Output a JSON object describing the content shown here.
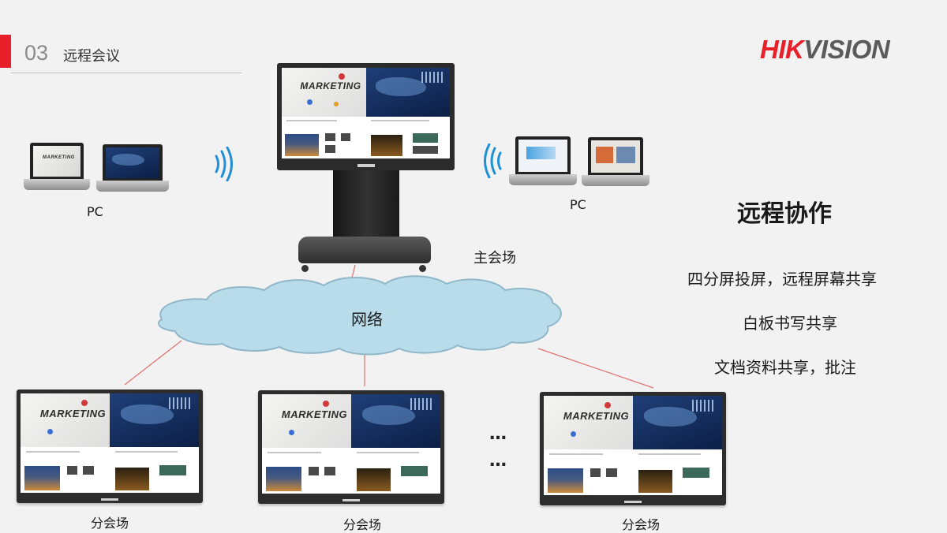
{
  "header": {
    "section_number": "03",
    "section_title": "远程会议"
  },
  "brand": {
    "logo_text_red": "HIK",
    "logo_text_gray": "VISION",
    "accent_color": "#e8202a",
    "logo_gray": "#5b5b5b"
  },
  "screen_content": {
    "marketing_text": "MARKETING",
    "icon": "dashboard-screen-mockup"
  },
  "nodes": {
    "pc_left_label": "PC",
    "pc_right_label": "PC",
    "main_venue_label": "主会场",
    "network_label": "网络",
    "branch_labels": [
      "分会场",
      "分会场",
      "分会场"
    ],
    "ellipsis": [
      "…",
      "…"
    ]
  },
  "features": {
    "title": "远程协作",
    "items": [
      "四分屏投屏，远程屏幕共享",
      "白板书写共享",
      "文档资料共享，批注"
    ]
  },
  "colors": {
    "cloud_fill": "#b9dcea",
    "cloud_stroke": "#8fb7c8",
    "link_line": "#e07070",
    "background": "#f2f2f2"
  }
}
